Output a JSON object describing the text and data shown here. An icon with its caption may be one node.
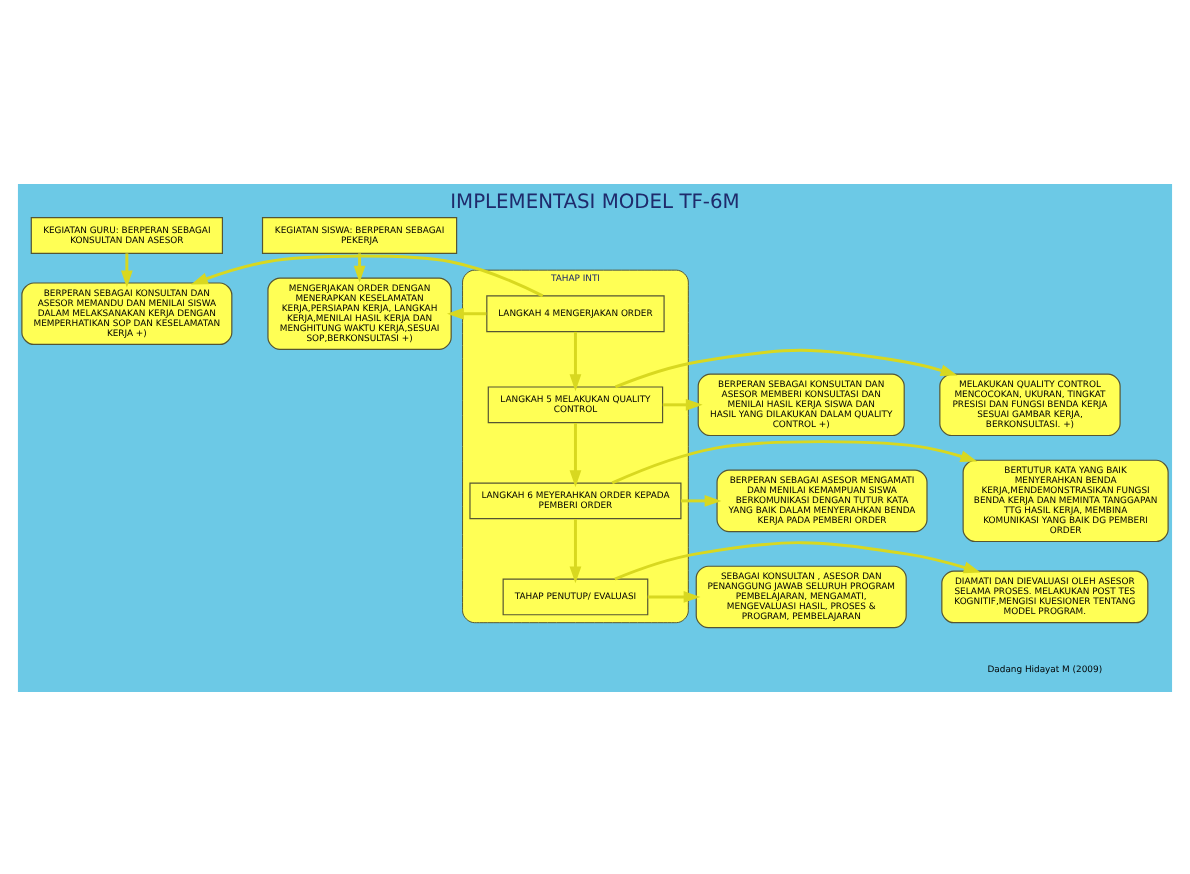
{
  "diagram": {
    "title": "IMPLEMENTASI MODEL TF-6M",
    "nodes": [
      {
        "text": [
          "KEGIATAN GURU: BERPERAN SEBAGAI KONSULTAN DAN ASESOR"
        ]
      },
      {
        "text": [
          "KEGIATAN SISWA: BERPERAN SEBAGAI PEKERJA"
        ]
      },
      {
        "text": [
          "TAHAP INTI"
        ]
      },
      {
        "text": [
          "LANGKAH 4 MENGERJAKAN ORDER"
        ],
        "in": 2
      },
      {
        "text": [
          "LANGKAH 5 MELAKUKAN QUALITY CONTROL"
        ],
        "in": 2
      },
      {
        "text": [
          "LANGKAH 6 MEYERAHKAN ORDER KEPADA PEMBERI ORDER"
        ],
        "in": 2
      },
      {
        "text": [
          "TAHAP PENUTUP/ EVALUASI"
        ],
        "in": 2
      },
      {
        "text": [
          "BERPERAN SEBAGAI KONSULTAN DAN ASESOR MEMANDU DAN MENILAI SISWA DALAM MELAKSANAKAN KERJA DENGAN MEMPERHATIKAN SOP DAN KESELAMATAN KERJA +)"
        ]
      },
      {
        "text": [
          "BERPERAN SEBAGAI KONSULTAN DAN ASESOR MEMBERI KONSULTASI DAN MENILAI HASIL KERJA SISWA DAN HASIL YANG DILAKUKAN DALAM QUALITY CONTROL +)"
        ]
      },
      {
        "text": [
          "BERPERAN SEBAGAI ASESOR MENGAMATI DAN MENILAI KEMAMPUAN SISWA BERKOMUNIKASI DENGAN TUTUR KATA YANG BAIK DALAM MENYERAHKAN BENDA KERJA PADA PEMBERI ORDER"
        ]
      },
      {
        "text": [
          "SEBAGAI KONSULTAN , ASESOR DAN PENANGGUNG JAWAB SELURUH PROGRAM PEMBELAJARAN, MENGAMATI, MENGEVALUASI HASIL, PROSES & PROGRAM, PEMBELAJARAN"
        ]
      },
      {
        "text": [
          "MENGERJAKAN ORDER DENGAN MENERAPKAN KESELAMATAN KERJA,PERSIAPAN KERJA, LANGKAH KERJA,MENILAI HASIL KERJA DAN MENGHITUNG WAKTU KERJA,SESUAI SOP,BERKONSULTASI +)"
        ]
      },
      {
        "text": [
          "MELAKUKAN QUALITY CONTROL MENCOCOKAN, UKURAN, TINGKAT PRESISI DAN FUNGSI BENDA KERJA SESUAI GAMBAR KERJA, BERKONSULTASI. +)"
        ]
      },
      {
        "text": [
          "BERTUTUR KATA YANG BAIK MENYERAHKAN BENDA KERJA,MENDEMONSTRASIKAN FUNGSI BENDA KERJA DAN MEMINTA TANGGAPAN TTG HASIL KERJA, MEMBINA KOMUNIKASI YANG BAIK DG PEMBERI ORDER"
        ]
      },
      {
        "text": [
          "DIAMATI DAN DIEVALUASI OLEH ASESOR SELAMA PROSES. MELAKUKAN POST TES KOGNITIF,MENGISI KUESIONER TENTANG MODEL PROGRAM."
        ]
      }
    ],
    "edges": [
      {
        "from": 0,
        "to": 7,
        "arrow": "to"
      },
      {
        "from": 1,
        "to": 11,
        "arrow": "to"
      },
      {
        "from": 3,
        "to": 4,
        "arrow": "to"
      },
      {
        "from": 4,
        "to": 5,
        "arrow": "to"
      },
      {
        "from": 5,
        "to": 6,
        "arrow": "to"
      },
      {
        "from": 3,
        "to": 7,
        "arrow": "to"
      },
      {
        "from": 4,
        "to": 8,
        "arrow": "to"
      },
      {
        "from": 5,
        "to": 9,
        "arrow": "to"
      },
      {
        "from": 6,
        "to": 10,
        "arrow": "to"
      },
      {
        "from": 3,
        "to": 11,
        "arrow": "to"
      },
      {
        "from": 4,
        "to": 12,
        "arrow": "to"
      },
      {
        "from": 5,
        "to": 13,
        "arrow": "to"
      },
      {
        "from": 6,
        "to": 14,
        "arrow": "to"
      }
    ],
    "labels": [
      "Dadang Hidayat M (2009)"
    ]
  }
}
